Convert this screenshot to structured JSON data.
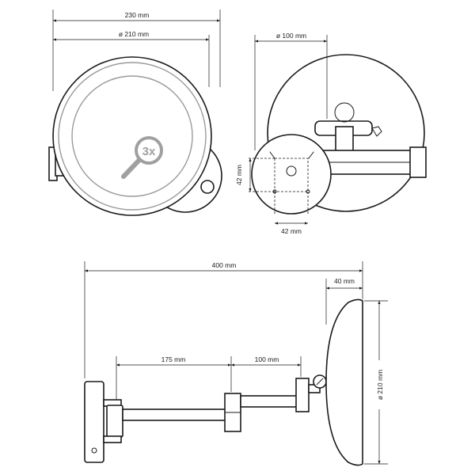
{
  "dimensions": {
    "front_width": "230 mm",
    "front_diameter": "ø 210 mm",
    "back_diameter": "ø 100 mm",
    "plate_height": "42 mm",
    "plate_width": "42 mm",
    "total_reach": "400 mm",
    "mirror_depth": "40 mm",
    "arm_segment_1": "175 mm",
    "arm_segment_2": "100 mm",
    "side_diameter": "ø 210 mm"
  },
  "magnification_badge": "3x",
  "colors": {
    "line": "#1a1a1a",
    "ring": "#9a9a9a",
    "badge": "#a0a0a0"
  }
}
